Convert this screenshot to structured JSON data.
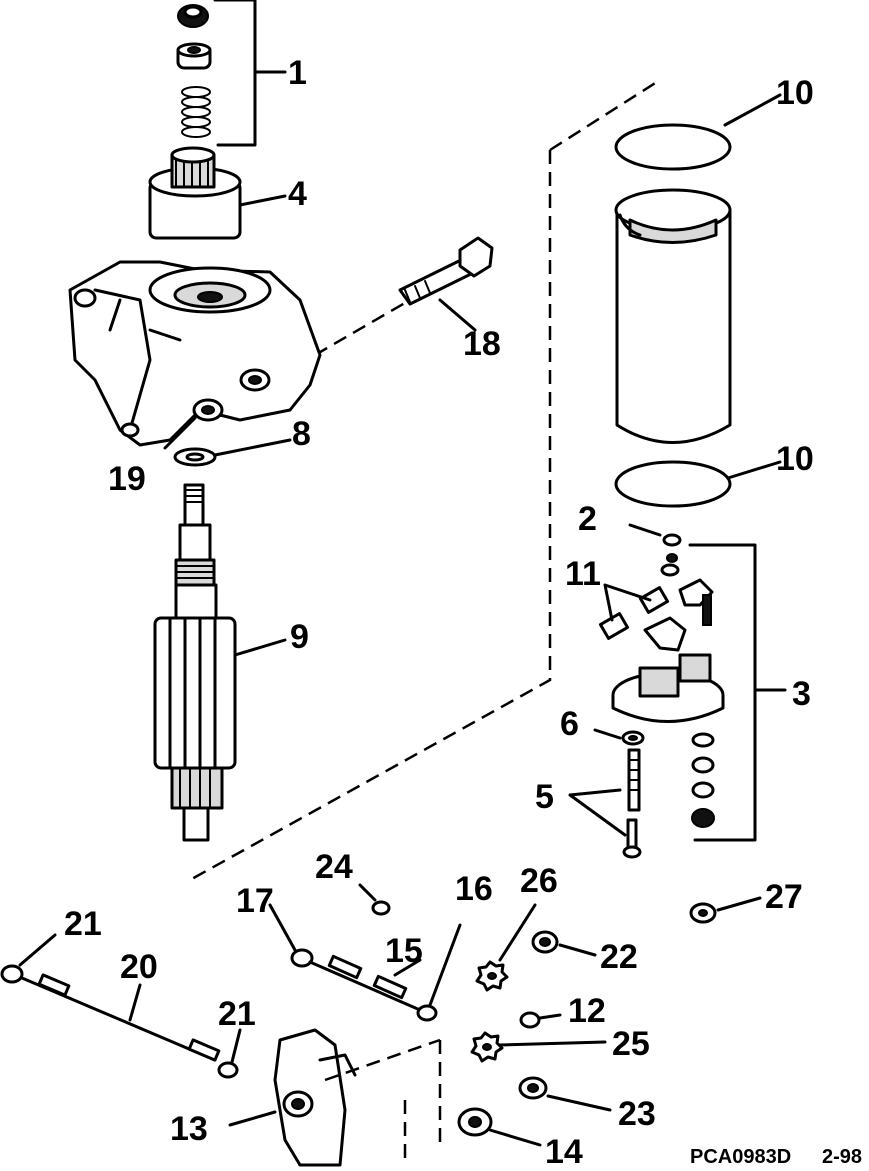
{
  "callouts": [
    {
      "id": "1",
      "text": "1"
    },
    {
      "id": "2",
      "text": "2"
    },
    {
      "id": "3",
      "text": "3"
    },
    {
      "id": "4",
      "text": "4"
    },
    {
      "id": "5",
      "text": "5"
    },
    {
      "id": "6",
      "text": "6"
    },
    {
      "id": "8",
      "text": "8"
    },
    {
      "id": "9",
      "text": "9"
    },
    {
      "id": "10a",
      "text": "10"
    },
    {
      "id": "10b",
      "text": "10"
    },
    {
      "id": "11",
      "text": "11"
    },
    {
      "id": "12",
      "text": "12"
    },
    {
      "id": "13",
      "text": "13"
    },
    {
      "id": "14",
      "text": "14"
    },
    {
      "id": "15",
      "text": "15"
    },
    {
      "id": "16",
      "text": "16"
    },
    {
      "id": "17",
      "text": "17"
    },
    {
      "id": "18",
      "text": "18"
    },
    {
      "id": "19",
      "text": "19"
    },
    {
      "id": "20",
      "text": "20"
    },
    {
      "id": "21a",
      "text": "21"
    },
    {
      "id": "21b",
      "text": "21"
    },
    {
      "id": "22",
      "text": "22"
    },
    {
      "id": "23",
      "text": "23"
    },
    {
      "id": "24",
      "text": "24"
    },
    {
      "id": "25",
      "text": "25"
    },
    {
      "id": "26",
      "text": "26"
    },
    {
      "id": "27",
      "text": "27"
    }
  ],
  "footer": {
    "code": "PCA0983D",
    "page": "2-98"
  }
}
